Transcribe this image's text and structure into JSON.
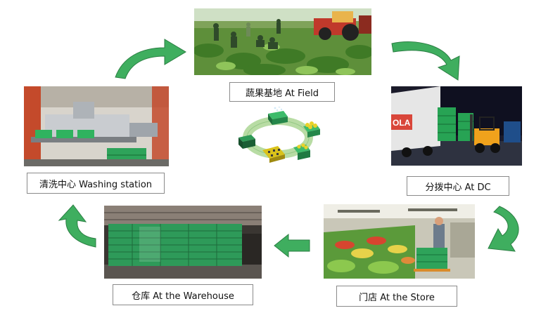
{
  "labels": {
    "field": "蔬果基地 At Field",
    "dc": "分拨中心 At DC",
    "store": "门店 At the Store",
    "warehouse": "仓库 At the Warehouse",
    "washing": "清洗中心 Washing station"
  },
  "photos": {
    "field": "farm-field-photo",
    "dc": "distribution-center-photo",
    "store": "store-produce-photo",
    "warehouse": "warehouse-crates-photo",
    "washing": "washing-station-photo"
  },
  "truck_text": "OLA",
  "colors": {
    "arrow": "#3fae5f",
    "arrow_dark": "#2b7f43",
    "crate_green": "#2ea35a",
    "crate_yellow": "#d9c21a",
    "ring": "#b8dca4",
    "ring_dark": "#7dbb6f"
  }
}
